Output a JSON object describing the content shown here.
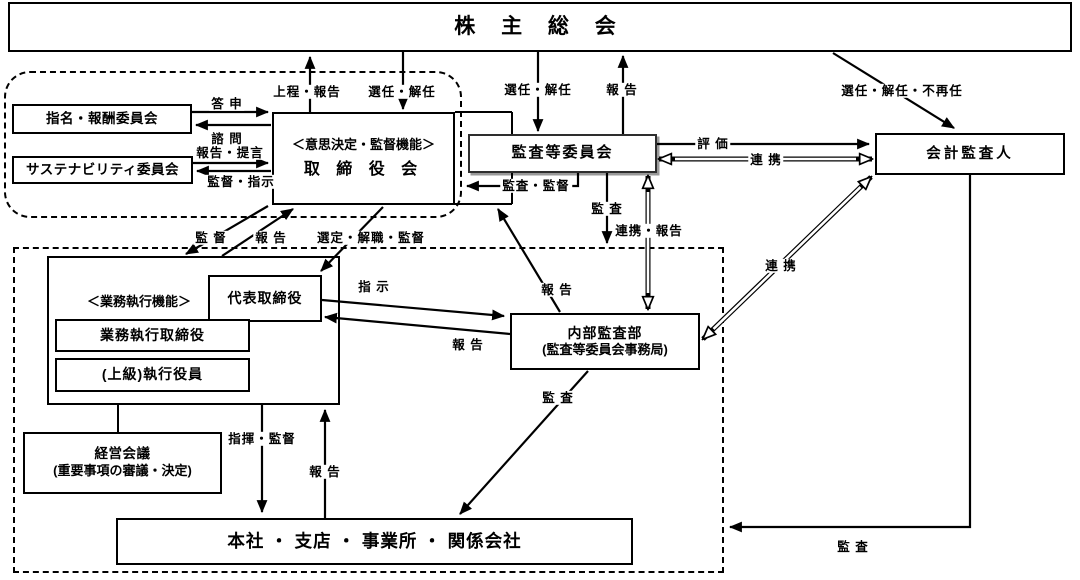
{
  "boxes": {
    "shareholders": "株 主 総 会",
    "nomination_committee": "指名・報酬委員会",
    "sustainability_committee": "サステナビリティ委員会",
    "board_caption": "＜意思決定・監督機能＞",
    "board": "取 締 役 会",
    "audit_committee": "監査等委員会",
    "accounting_auditor": "会計監査人",
    "exec_caption": "＜業務執行機能＞",
    "representative_director": "代表取締役",
    "executive_directors": "業務執行取締役",
    "senior_executive_officers": "(上級)執行役員",
    "management_meeting": "経営会議",
    "management_meeting_sub": "(重要事項の審議・決定)",
    "internal_audit": "内部監査部",
    "internal_audit_sub": "(監査等委員会事務局)",
    "sites": "本社 ・ 支店 ・ 事業所 ・ 関係会社"
  },
  "arrow_labels": {
    "agenda_report": "上程・報告",
    "elect_dismiss_board": "選任・解任",
    "elect_dismiss_audit": "選任・解任",
    "report_to_shareholders": "報 告",
    "elect_dismiss_no_reappoint": "選任・解任・不再任",
    "reply": "答 申",
    "consult": "諮 問",
    "report_propose": "報告・提言",
    "supervise_instruct": "監督・指示",
    "evaluate": "評 価",
    "cooperate_auditor": "連 携",
    "audit_supervise": "監査・監督",
    "audit_board": "監 査",
    "cooperate_report": "連携・報告",
    "supervise": "監 督",
    "report_to_board": "報 告",
    "select_dismiss_supervise": "選定・解職・監督",
    "instruct": "指 示",
    "report_to_director": "報 告",
    "report_internal_to_board": "報 告",
    "cooperate_internal": "連 携",
    "audit_internal": "監 査",
    "command_supervise": "指揮・監督",
    "report_sites": "報 告",
    "audit_sites": "監 査"
  }
}
